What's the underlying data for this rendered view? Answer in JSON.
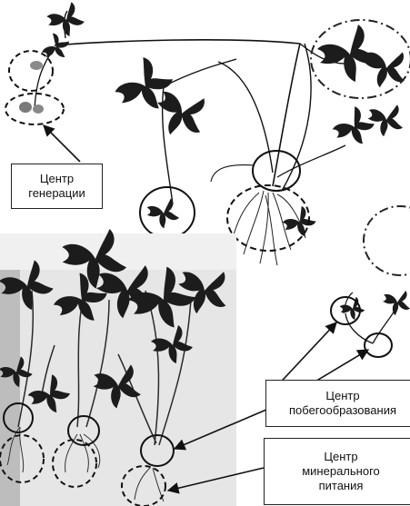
{
  "labels": {
    "generation": {
      "line1": "Центр",
      "line2": "генерации"
    },
    "shoot_formation": {
      "line1": "Центр",
      "line2": "побегообразования"
    },
    "mineral_nutrition": {
      "line1": "Центр",
      "line2": "минерального",
      "line3": "питания"
    }
  },
  "colors": {
    "ink": "#111111",
    "leaf": "#1c1c1c",
    "photo_bg": "#e6e6e6",
    "paper": "#ffffff"
  },
  "icons": [
    "leaf-icon",
    "root-icon",
    "arrow-icon",
    "dashed-circle-icon",
    "circle-icon"
  ]
}
